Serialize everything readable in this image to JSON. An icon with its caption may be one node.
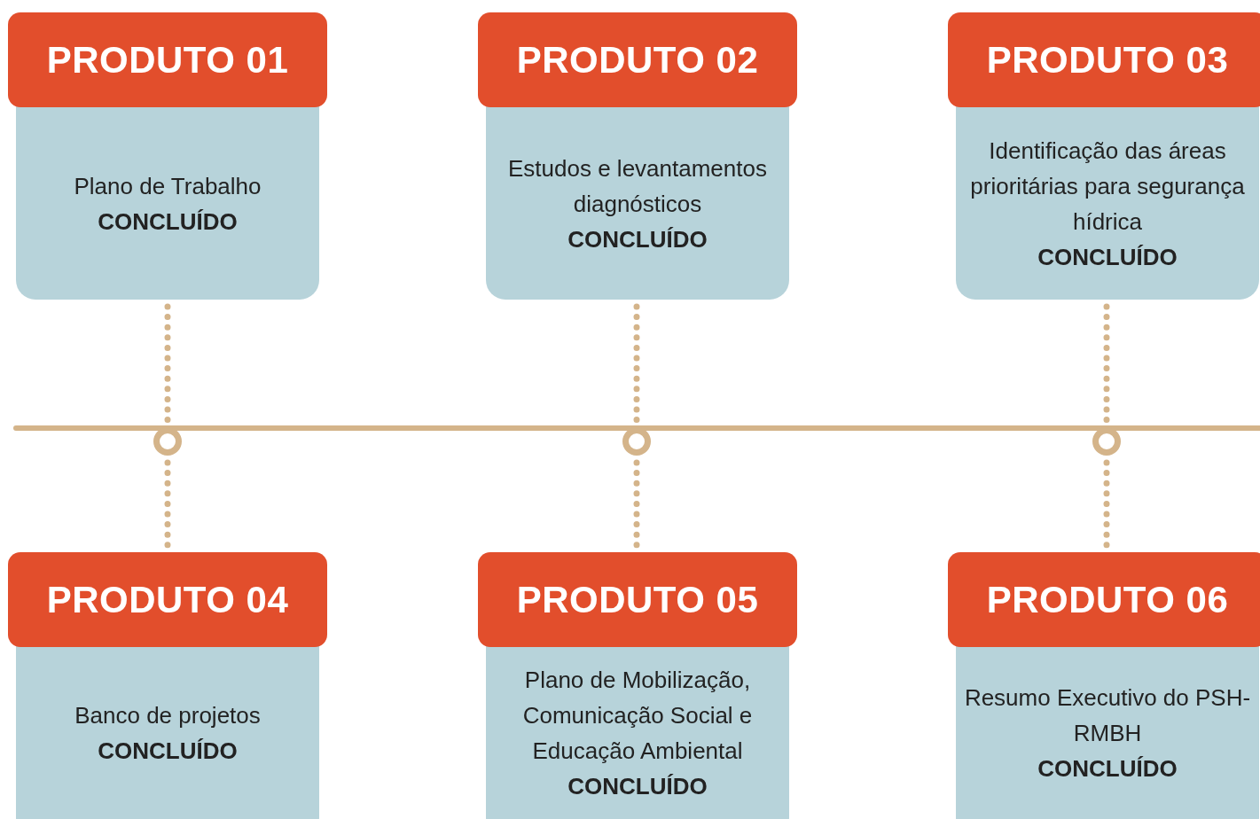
{
  "diagram": {
    "nodes": [
      {
        "text": [
          "PRODUTO 01",
          "Plano de Trabalho",
          "CONCLUÍDO"
        ]
      },
      {
        "text": [
          "PRODUTO 02",
          "Estudos e levantamentos diagnósticos",
          "CONCLUÍDO"
        ]
      },
      {
        "text": [
          "PRODUTO 03",
          "Identificação das áreas prioritárias para segurança hídrica",
          "CONCLUÍDO"
        ]
      },
      {
        "text": [],
        "shape": "circle"
      },
      {
        "text": [],
        "shape": "circle"
      },
      {
        "text": [],
        "shape": "circle"
      },
      {
        "text": [
          "PRODUTO 04",
          "Banco de projetos",
          "CONCLUÍDO"
        ]
      },
      {
        "text": [
          "PRODUTO 05",
          "Plano de Mobilização, Comunicação Social e Educação Ambiental",
          "CONCLUÍDO"
        ]
      },
      {
        "text": [
          "PRODUTO 06",
          "Resumo Executivo do PSH-RMBH",
          "CONCLUÍDO"
        ]
      }
    ],
    "edges": [
      {
        "from": 0,
        "to": 3,
        "arrow": "none",
        "style": "dashed"
      },
      {
        "from": 3,
        "to": 6,
        "arrow": "none",
        "style": "dashed"
      },
      {
        "from": 1,
        "to": 4,
        "arrow": "none",
        "style": "dashed"
      },
      {
        "from": 4,
        "to": 7,
        "arrow": "none",
        "style": "dashed"
      },
      {
        "from": 2,
        "to": 5,
        "arrow": "none",
        "style": "dashed"
      },
      {
        "from": 5,
        "to": 8,
        "arrow": "none",
        "style": "dashed"
      }
    ]
  }
}
